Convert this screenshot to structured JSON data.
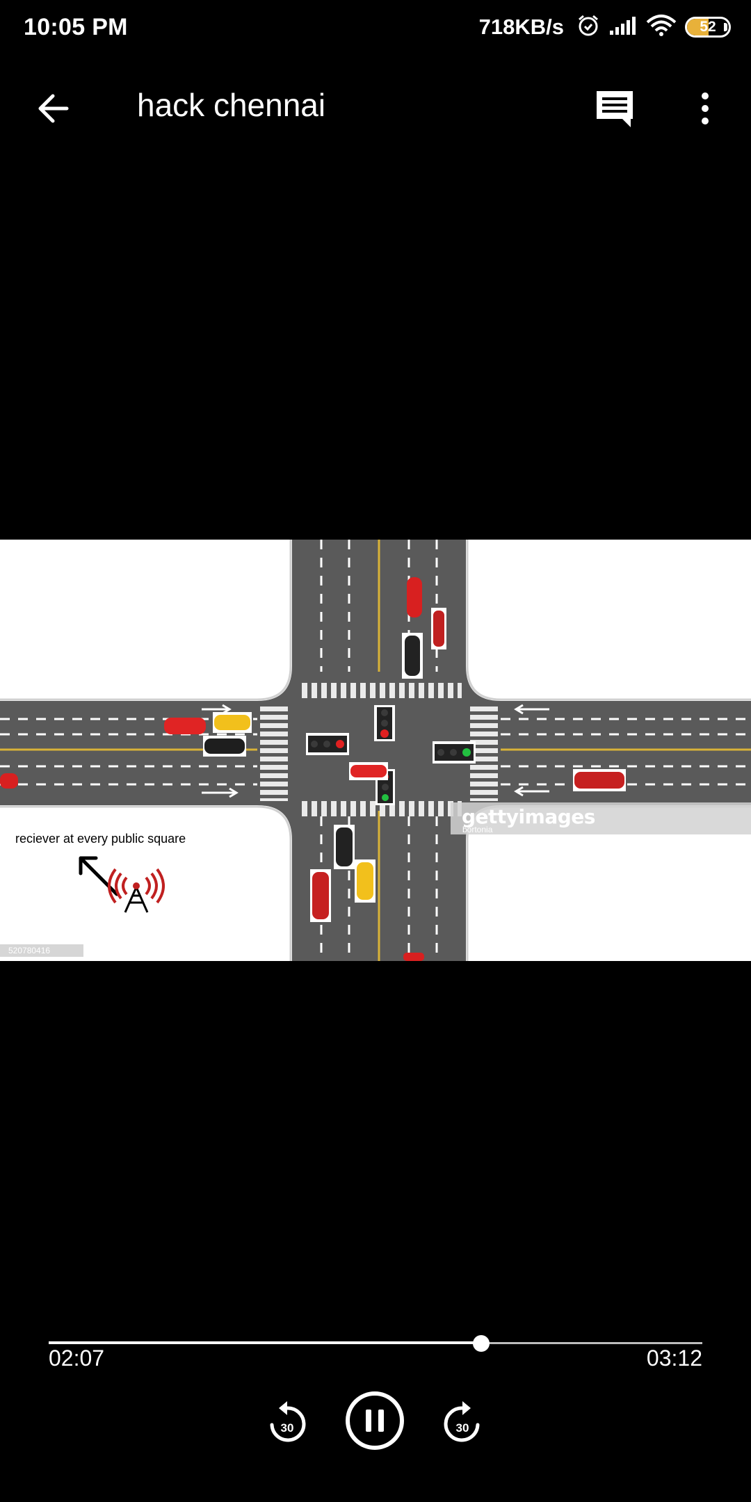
{
  "status_bar": {
    "time": "10:05 PM",
    "network_speed": "718KB/s",
    "battery_level": "52",
    "battery_percent": 52
  },
  "app_bar": {
    "title": "hack chennai",
    "back_icon": "arrow-back-icon",
    "comment_icon": "comment-icon",
    "more_icon": "more-vert-icon"
  },
  "video_frame": {
    "caption": "reciever at every public square",
    "watermark": "gettyimages",
    "watermark_sub": "bortonia",
    "image_id": "520780416"
  },
  "player": {
    "current_time": "02:07",
    "total_time": "03:12",
    "progress_fraction": 0.6615,
    "rewind_label": "30",
    "forward_label": "30",
    "accent_color": "#ffffff"
  }
}
